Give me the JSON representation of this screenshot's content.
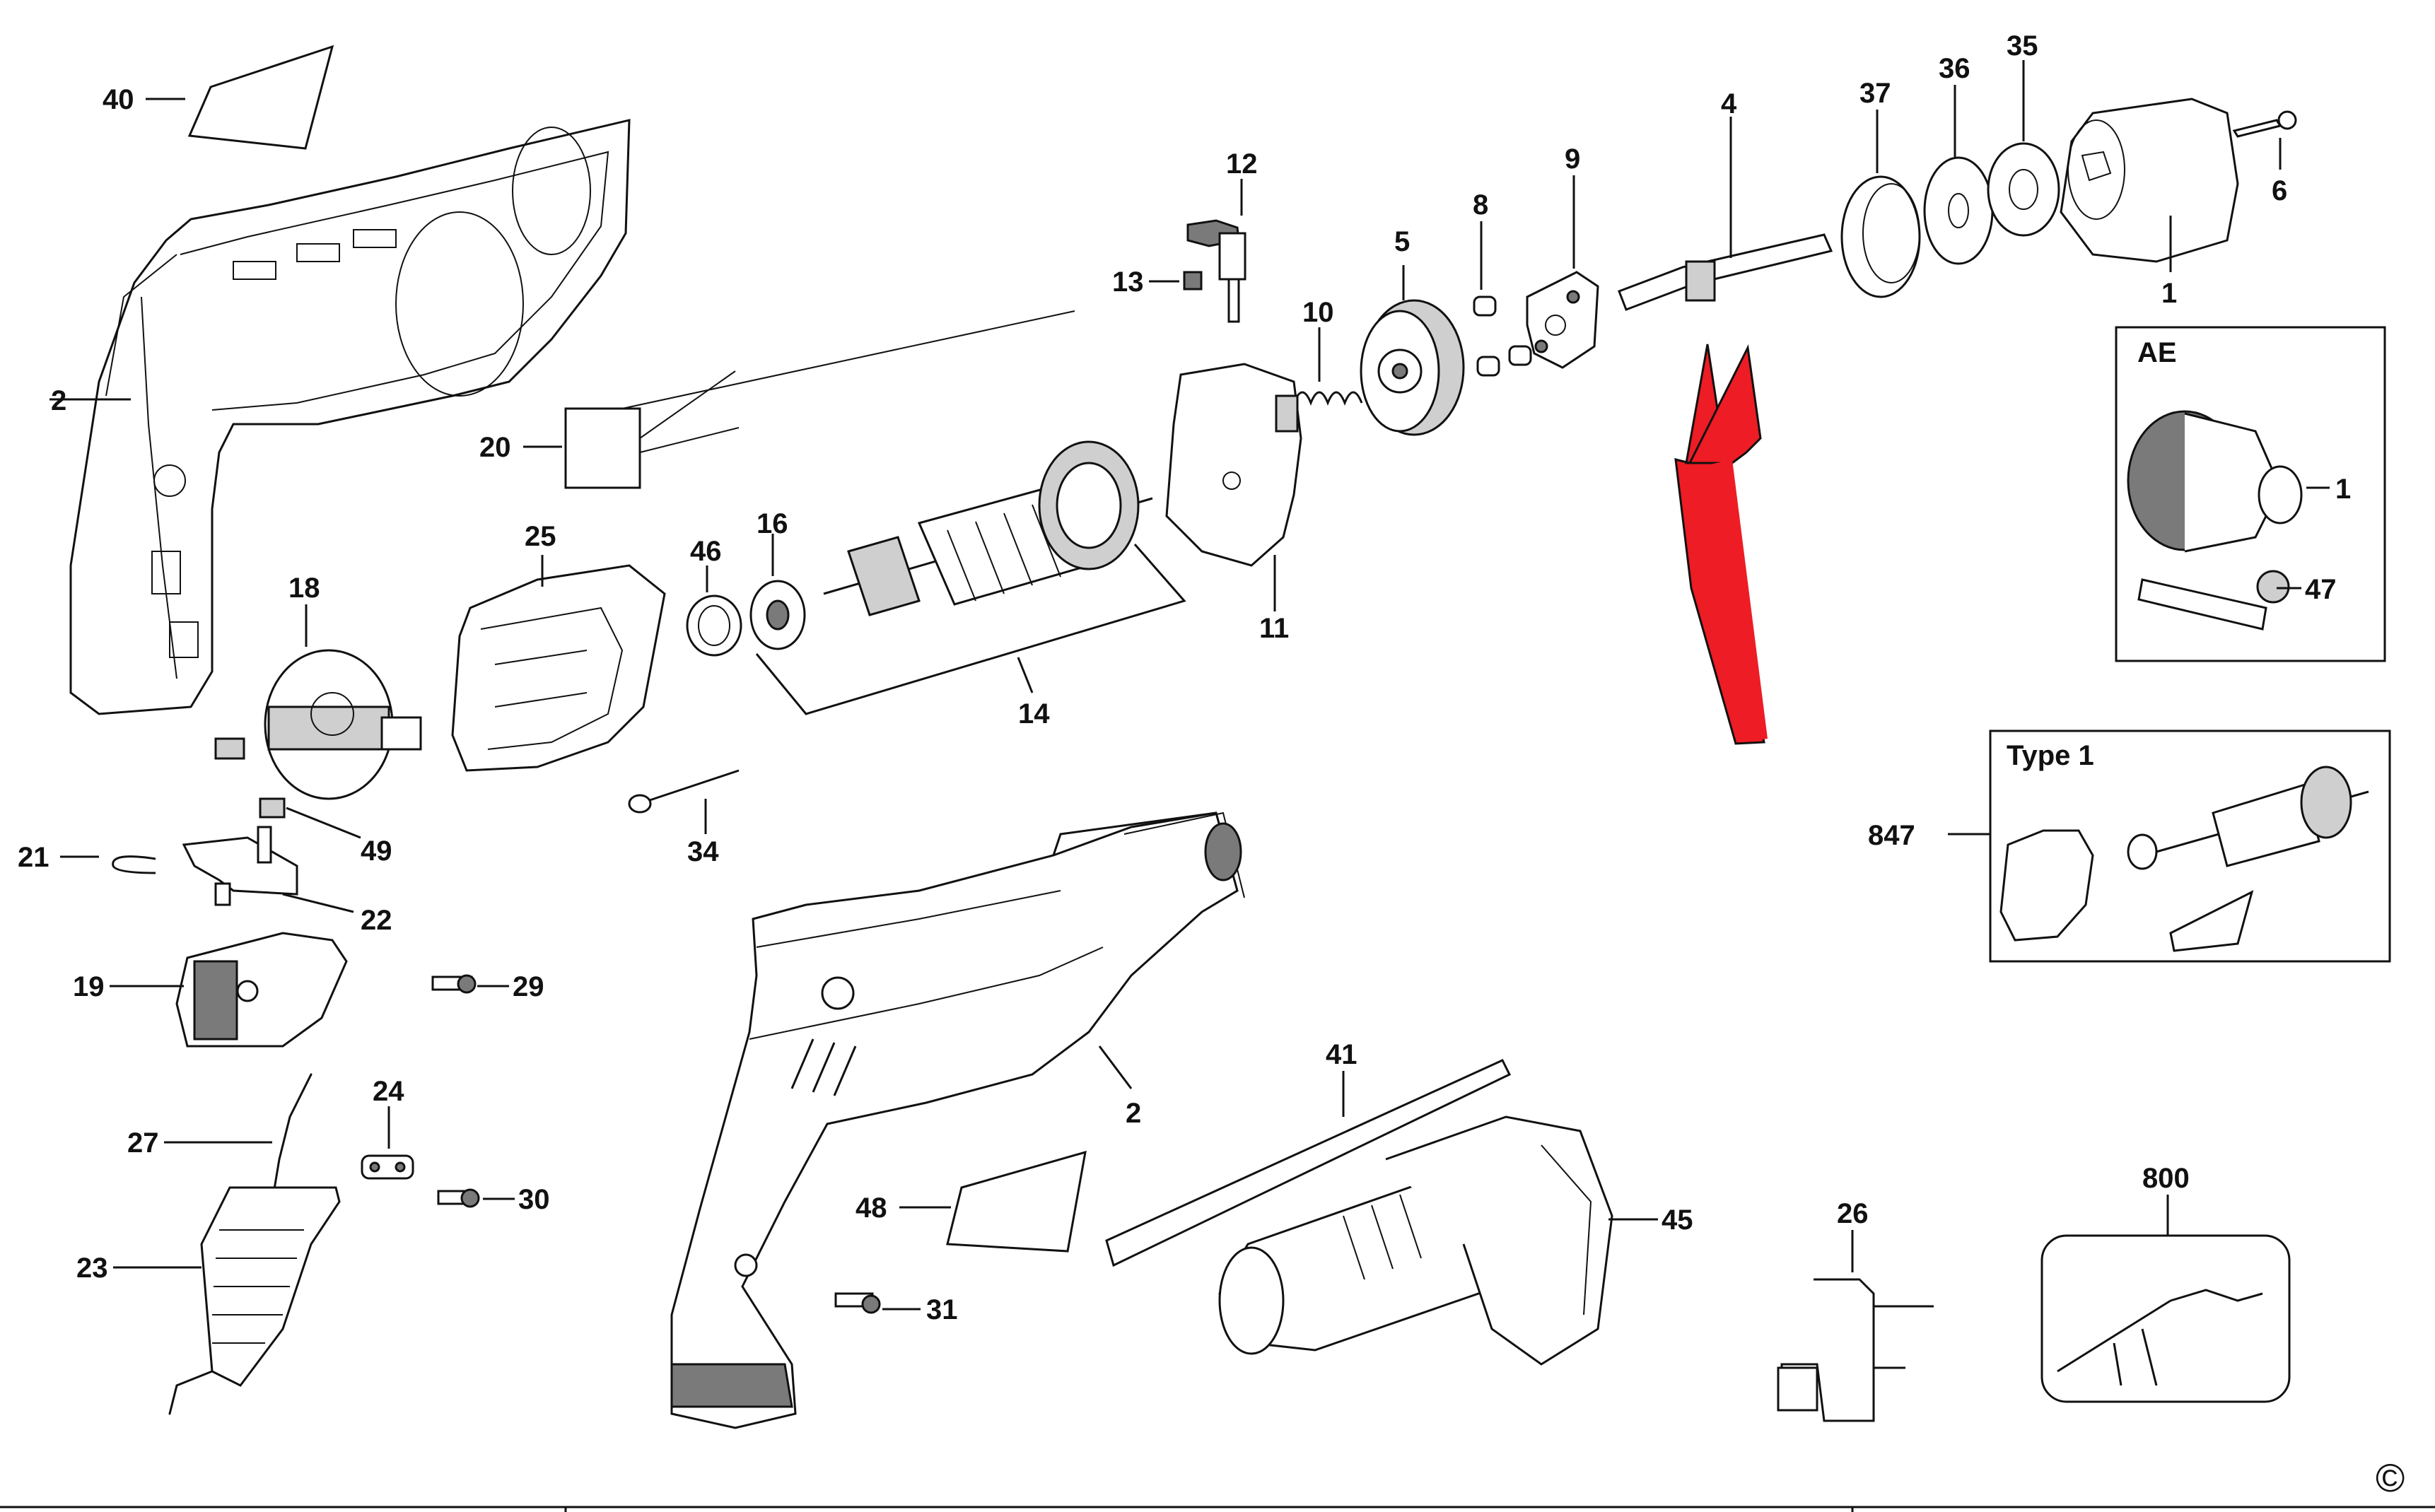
{
  "labels": {
    "l40": "40",
    "l2a": "2",
    "l12": "12",
    "l13": "13",
    "l10": "10",
    "l5": "5",
    "l8": "8",
    "l9": "9",
    "l4": "4",
    "l37": "37",
    "l36": "36",
    "l35": "35",
    "l6": "6",
    "l1": "1",
    "l20": "20",
    "l25": "25",
    "l46": "46",
    "l16": "16",
    "l11": "11",
    "l18": "18",
    "l14": "14",
    "l21": "21",
    "l49": "49",
    "l34": "34",
    "l22": "22",
    "l19": "19",
    "l29": "29",
    "l24": "24",
    "l27": "27",
    "l30": "30",
    "l23": "23",
    "l2b": "2",
    "l41": "41",
    "l48": "48",
    "l31": "31",
    "l45": "45",
    "l26": "26",
    "l800": "800",
    "l847": "847"
  },
  "box_ae": {
    "title": "AE",
    "l1": "1",
    "l47": "47"
  },
  "box_type1": {
    "title": "Type 1"
  },
  "copyright": "©",
  "colors": {
    "arrow": "#ee1c24",
    "line": "#111111",
    "shade": "#cfcfcf"
  }
}
